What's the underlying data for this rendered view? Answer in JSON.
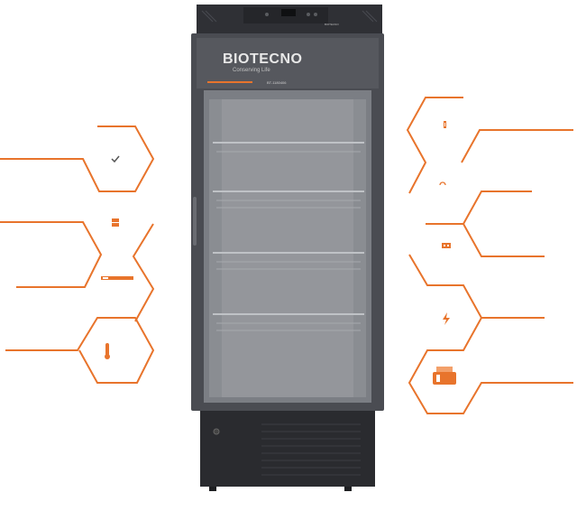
{
  "product": {
    "brand": "BIOTECNO",
    "tagline": "Conserving Life",
    "model": "BT-1180406",
    "panel_mark": "BIOTECNO"
  },
  "colors": {
    "accent": "#e8742c",
    "cabinet": "#3b3d43",
    "glass": "#777a80"
  },
  "features_left": [
    {
      "icon": "check-icon"
    },
    {
      "icon": "door-lock-icon"
    },
    {
      "icon": "display-bar-icon"
    },
    {
      "icon": "thermometer-icon"
    }
  ],
  "features_right": [
    {
      "icon": "indicator-icon"
    },
    {
      "icon": "arc-icon"
    },
    {
      "icon": "control-panel-icon"
    },
    {
      "icon": "power-lightning-icon"
    },
    {
      "icon": "battery-icon"
    }
  ]
}
